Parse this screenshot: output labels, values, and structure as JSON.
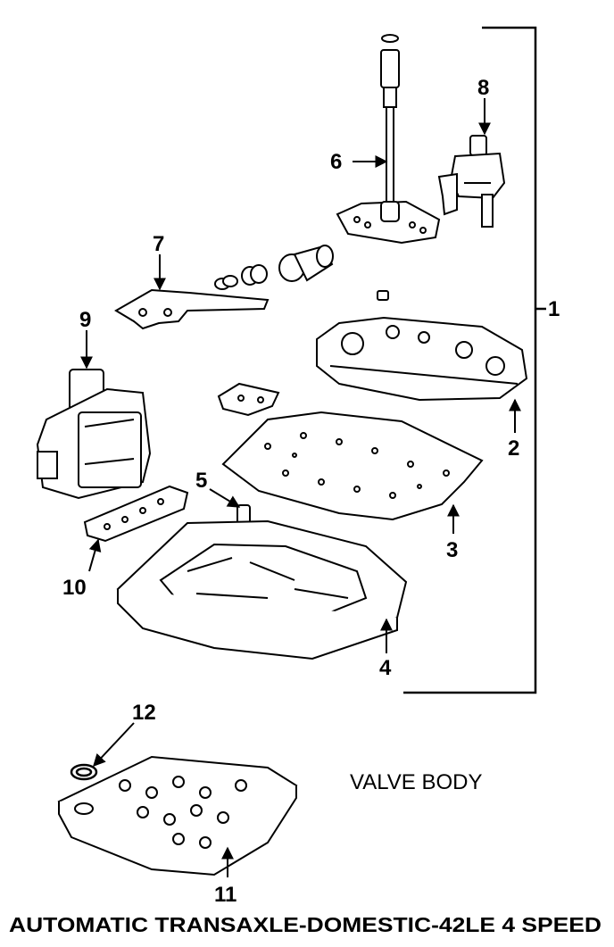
{
  "diagram": {
    "callouts": [
      "1",
      "2",
      "3",
      "4",
      "5",
      "6",
      "7",
      "8",
      "9",
      "10",
      "11",
      "12"
    ],
    "caption": "VALVE BODY",
    "footer": "AUTOMATIC TRANSAXLE-DOMESTIC-42LE 4 SPEED"
  }
}
